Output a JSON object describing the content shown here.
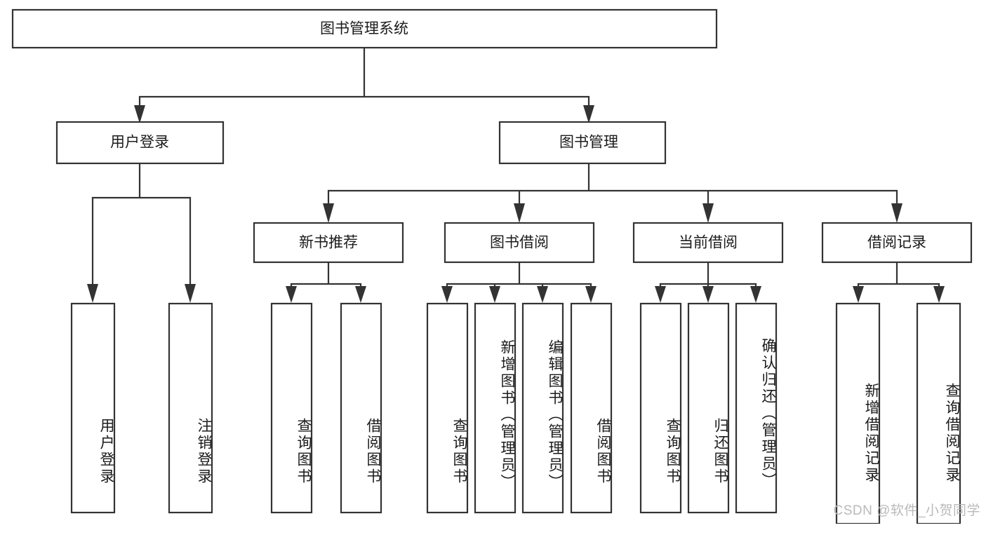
{
  "diagram": {
    "type": "tree-hierarchy-flowchart",
    "title": "图书管理系统",
    "watermark": "CSDN @软件_小贺同学",
    "colors": {
      "background": "#ffffff",
      "box_stroke": "#333333",
      "box_fill": "#ffffff",
      "text": "#1b1b1b",
      "watermark": "#b9b9b9"
    },
    "nodes": {
      "root": {
        "label": "图书管理系统",
        "orientation": "horizontal"
      },
      "level1": [
        {
          "id": "user-login",
          "label": "用户登录",
          "orientation": "horizontal"
        },
        {
          "id": "book-manage",
          "label": "图书管理",
          "orientation": "horizontal"
        }
      ],
      "level2": [
        {
          "id": "new-book-recommend",
          "label": "新书推荐",
          "orientation": "horizontal"
        },
        {
          "id": "book-borrow",
          "label": "图书借阅",
          "orientation": "horizontal"
        },
        {
          "id": "current-borrow",
          "label": "当前借阅",
          "orientation": "horizontal"
        },
        {
          "id": "borrow-record",
          "label": "借阅记录",
          "orientation": "horizontal"
        }
      ],
      "leaves": [
        {
          "id": "leaf-user-login",
          "label": "用户登录",
          "orientation": "vertical",
          "parent": "user-login"
        },
        {
          "id": "leaf-logout-login",
          "label": "注销登录",
          "orientation": "vertical",
          "parent": "user-login"
        },
        {
          "id": "leaf-query-book-1",
          "label": "查询图书",
          "orientation": "vertical",
          "parent": "new-book-recommend"
        },
        {
          "id": "leaf-borrow-book-1",
          "label": "借阅图书",
          "orientation": "vertical",
          "parent": "new-book-recommend"
        },
        {
          "id": "leaf-query-book-2",
          "label": "查询图书",
          "orientation": "vertical",
          "parent": "book-borrow"
        },
        {
          "id": "leaf-add-book-admin",
          "label": "新增图书（管理员）",
          "orientation": "vertical",
          "parent": "book-borrow"
        },
        {
          "id": "leaf-edit-book-admin",
          "label": "编辑图书（管理员）",
          "orientation": "vertical",
          "parent": "book-borrow"
        },
        {
          "id": "leaf-borrow-book-2",
          "label": "借阅图书",
          "orientation": "vertical",
          "parent": "book-borrow"
        },
        {
          "id": "leaf-query-book-3",
          "label": "查询图书",
          "orientation": "vertical",
          "parent": "current-borrow"
        },
        {
          "id": "leaf-return-book",
          "label": "归还图书",
          "orientation": "vertical",
          "parent": "current-borrow"
        },
        {
          "id": "leaf-confirm-return-admin",
          "label": "确认归还（管理员）",
          "orientation": "vertical",
          "parent": "current-borrow"
        },
        {
          "id": "leaf-add-borrow-record",
          "label": "新增借阅记录",
          "orientation": "vertical",
          "parent": "borrow-record"
        },
        {
          "id": "leaf-query-borrow-record",
          "label": "查询借阅记录",
          "orientation": "vertical",
          "parent": "borrow-record"
        }
      ]
    }
  }
}
